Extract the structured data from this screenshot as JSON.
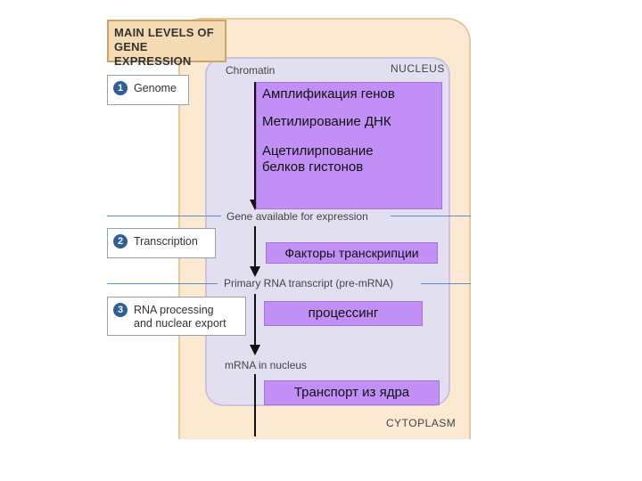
{
  "header": {
    "title_line1": "MAIN LEVELS OF",
    "title_line2": "GENE EXPRESSION"
  },
  "levels": [
    {
      "number": "1",
      "label": "Genome"
    },
    {
      "number": "2",
      "label": "Transcription"
    },
    {
      "number": "3",
      "label_line1": "RNA processing",
      "label_line2": "and nuclear export"
    }
  ],
  "compartments": {
    "nucleus": "NUCLEUS",
    "cytoplasm": "CYTOPLASM"
  },
  "pathway": {
    "chromatin": "Chromatin",
    "gene_available": "Gene available for expression",
    "primary_transcript": "Primary RNA transcript (pre-mRNA)",
    "mrna_in_nucleus": "mRNA in nucleus"
  },
  "overlays": {
    "epigenetic_1": "Амплификация генов",
    "epigenetic_2": "Метилирование ДНК",
    "epigenetic_3_line1": "Ацетилирпование",
    "epigenetic_3_line2": "белков гистонов",
    "transcription_factors": "Факторы транскрипции",
    "processing": "процессинг",
    "export": "Транспорт из ядра"
  },
  "colors": {
    "overlay": "#c18ff5",
    "cytoplasm": "#fbe9d2",
    "nucleus": "#e2dff0",
    "level_number": "#2d5f9a",
    "divider": "#5b8fc7"
  }
}
